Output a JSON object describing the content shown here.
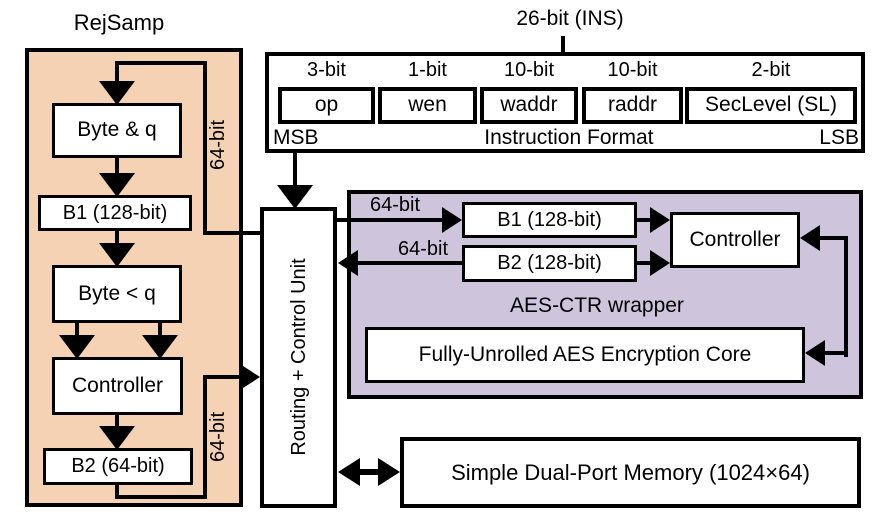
{
  "diagram": {
    "rejsamp": {
      "title": "RejSamp",
      "byte_and_q": "Byte & q",
      "b1": "B1 (128-bit)",
      "byte_lt_q": "Byte < q",
      "controller": "Controller",
      "b2": "B2 (64-bit)",
      "bus_feedback": "64-bit",
      "bus_out": "64-bit"
    },
    "instruction": {
      "title": "26-bit (INS)",
      "fields": [
        {
          "width": "3-bit",
          "name": "op"
        },
        {
          "width": "1-bit",
          "name": "wen"
        },
        {
          "width": "10-bit",
          "name": "waddr"
        },
        {
          "width": "10-bit",
          "name": "raddr"
        },
        {
          "width": "2-bit",
          "name": "SecLevel (SL)"
        }
      ],
      "msb": "MSB",
      "caption": "Instruction Format",
      "lsb": "LSB"
    },
    "routing": {
      "label": "Routing + Control Unit"
    },
    "aes": {
      "title": "AES-CTR wrapper",
      "b1": "B1 (128-bit)",
      "b2": "B2 (128-bit)",
      "controller": "Controller",
      "core": "Fully-Unrolled AES Encryption Core",
      "bus_to_b1": "64-bit",
      "bus_from_b2": "64-bit"
    },
    "memory": {
      "label": "Simple Dual-Port Memory (1024×64)"
    },
    "colors": {
      "rejsamp_fill": "#F6D2B4",
      "aes_fill": "#CEC5DD",
      "line": "#000000"
    }
  }
}
